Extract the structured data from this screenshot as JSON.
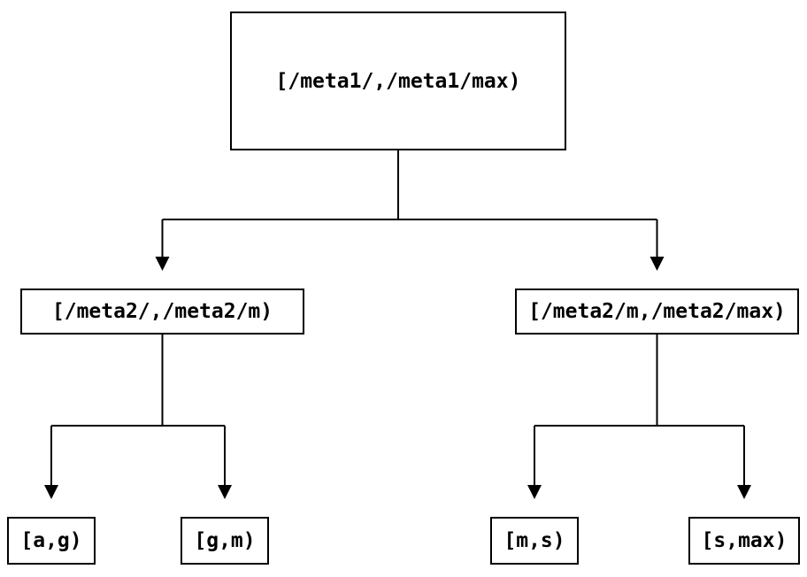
{
  "diagram": {
    "nodes": {
      "root": "[/meta1/,/meta1/max)",
      "meta2_left": "[/meta2/,/meta2/m)",
      "meta2_right": "[/meta2/m,/meta2/max)",
      "leaf_ag": "[a,g)",
      "leaf_gm": "[g,m)",
      "leaf_ms": "[m,s)",
      "leaf_smax": "[s,max)"
    },
    "colors": {
      "background": "#ffffff",
      "line": "#000000",
      "text": "#000000"
    }
  }
}
